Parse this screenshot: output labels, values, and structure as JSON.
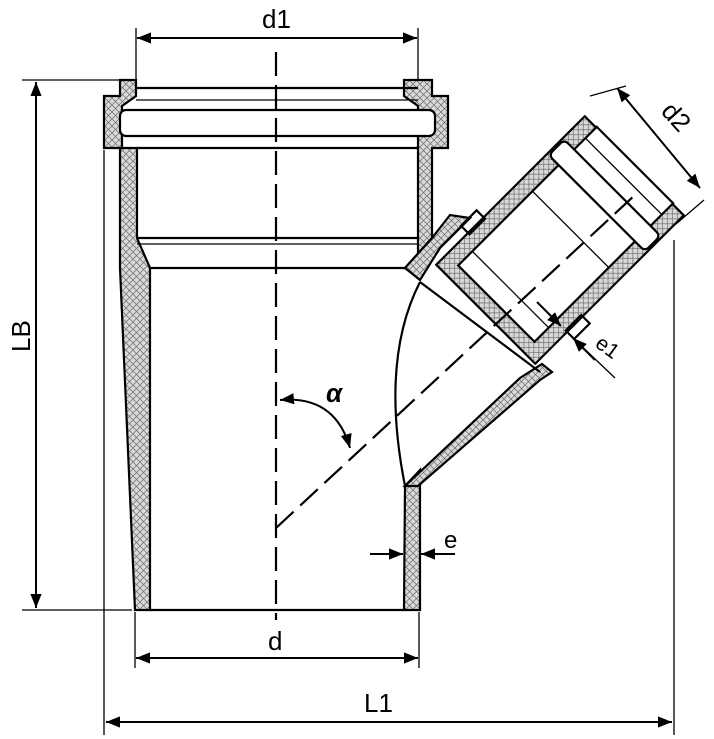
{
  "labels": {
    "d1": "d1",
    "d": "d",
    "d2": "d2",
    "LB": "LB",
    "L1": "L1",
    "e": "e",
    "e1": "e1",
    "alpha": "α"
  },
  "colors": {
    "line": "#000000",
    "wall_fill": "#d9d9d9",
    "background": "#ffffff"
  }
}
